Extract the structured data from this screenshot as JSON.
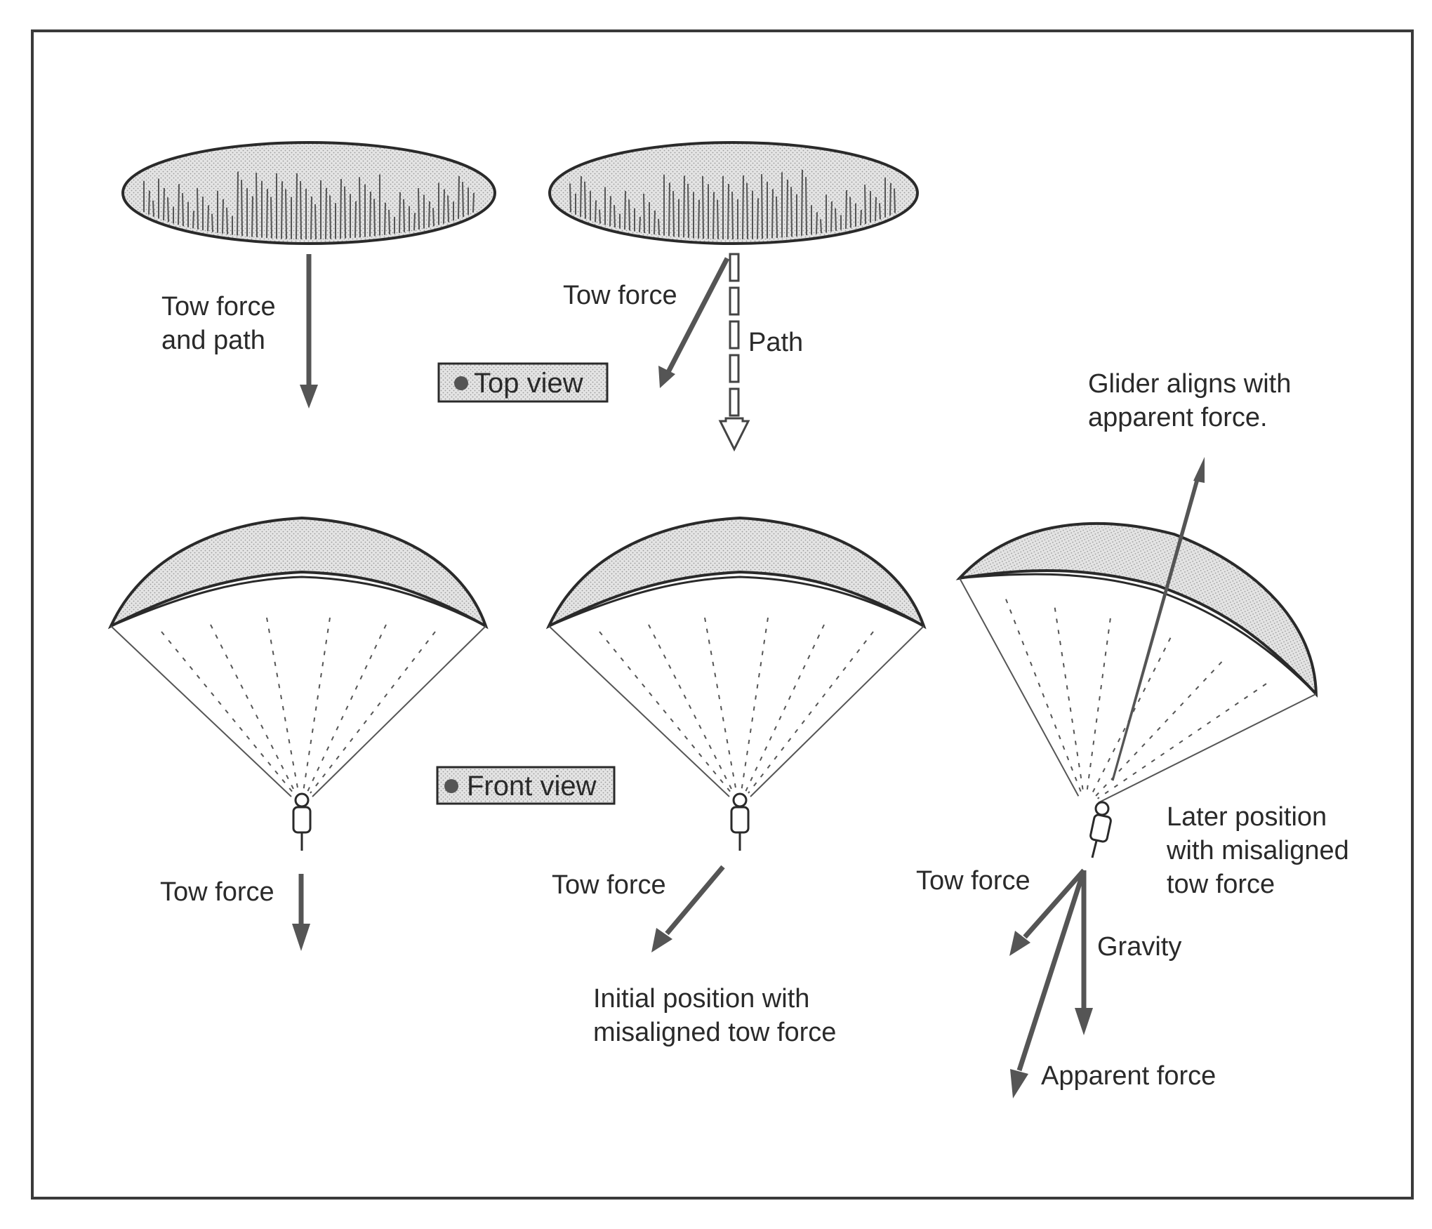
{
  "colors": {
    "ink": "#2a2a2a",
    "arrow": "#555555",
    "canopy_fill": "#e2e2e2",
    "legend_fill": "#e6e6e6",
    "frame": "#3a3a3a"
  },
  "top_view": {
    "legend_label": "Top view",
    "left": {
      "label_line1": "Tow force",
      "label_line2": "and path"
    },
    "right": {
      "tow_label": "Tow force",
      "path_label": "Path"
    }
  },
  "front_view": {
    "legend_label": "Front view",
    "left": {
      "tow_label": "Tow force"
    },
    "middle": {
      "tow_label": "Tow force",
      "caption_line1": "Initial position with",
      "caption_line2": "misaligned tow force"
    },
    "right": {
      "tow_label": "Tow force",
      "gravity_label": "Gravity",
      "apparent_label": "Apparent force",
      "caption_line1": "Later position",
      "caption_line2": "with misaligned",
      "caption_line3": "tow force",
      "align_line1": "Glider aligns with",
      "align_line2": "apparent force."
    }
  }
}
